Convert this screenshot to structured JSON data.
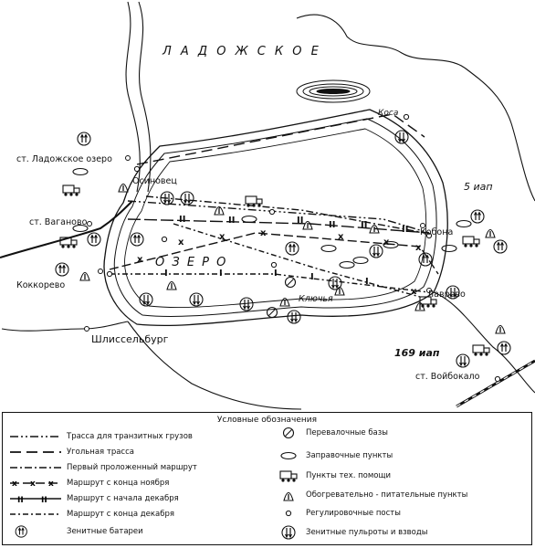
{
  "map": {
    "lake_top_label": "Л А Д О Ж С К О Е",
    "lake_label": "О З Е Р О",
    "places": {
      "ladozhskoe_station": "ст. Ладожское озеро",
      "vaganovo": "ст. Ваганово",
      "osinovets": "Осиновец",
      "konkorevo": "Коккорево",
      "shlisselburg": "Шлиссельбург",
      "kobona": "Кобона",
      "lavrovo": "Лаврово",
      "kosa": "Коса",
      "klochya": "Ключья",
      "voybokalo": "ст. Войбокало"
    },
    "units": {
      "iap5": "5 иап",
      "iap169": "169 иап"
    }
  },
  "legend": {
    "title": "Условные обозначения",
    "left_items": [
      {
        "key": "transit",
        "label": "Трасса для транзитных грузов"
      },
      {
        "key": "coal",
        "label": "Угольная трасса"
      },
      {
        "key": "first",
        "label": "Первый проложенный маршрут"
      },
      {
        "key": "nov_end",
        "label": "Маршрут с конца ноября"
      },
      {
        "key": "dec_start",
        "label": "Маршрут с начала декабря"
      },
      {
        "key": "dec_end",
        "label": "Маршрут с конца декабря"
      },
      {
        "key": "aa_battery",
        "label": "Зенитные батареи"
      }
    ],
    "right_items": [
      {
        "key": "transfer",
        "label": "Перевалочные базы"
      },
      {
        "key": "fuel",
        "label": "Заправочные пункты"
      },
      {
        "key": "tech",
        "label": "Пункты тех. помощи"
      },
      {
        "key": "heating",
        "label": "Обогревательно - питательные пункты"
      },
      {
        "key": "traffic",
        "label": "Регулировочные посты"
      },
      {
        "key": "aa_mg",
        "label": "Зенитные пульроты и взводы"
      }
    ]
  }
}
